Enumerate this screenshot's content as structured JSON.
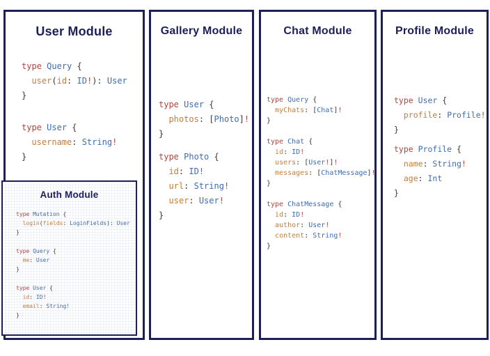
{
  "colors": {
    "navy": "#1d1f58",
    "keyword_red": "#b0453e",
    "type_blue": "#3d6cb2",
    "field_orange": "#c47d38",
    "punctuation_gray": "#3a3a3a",
    "background": "#ffffff"
  },
  "modules": [
    {
      "id": "user",
      "title": "User Module",
      "code_blocks": [
        [
          "type Query {",
          "  user(id: ID!): User",
          "}"
        ],
        [
          "type User {",
          "  username: String!",
          "}"
        ]
      ]
    },
    {
      "id": "gallery",
      "title": "Gallery Module",
      "code_blocks": [
        [
          "type User {",
          "  photos: [Photo]!",
          "}"
        ],
        [
          "type Photo {",
          "  id: ID!",
          "  url: String!",
          "  user: User!",
          "}"
        ]
      ]
    },
    {
      "id": "chat",
      "title": "Chat Module",
      "code_blocks": [
        [
          "type Query {",
          "  myChats: [Chat]!",
          "}"
        ],
        [
          "type Chat {",
          "  id: ID!",
          "  users: [User!]!",
          "  messages: [ChatMessage]!",
          "}"
        ],
        [
          "type ChatMessage {",
          "  id: ID!",
          "  author: User!",
          "  content: String!",
          "}"
        ]
      ]
    },
    {
      "id": "profile",
      "title": "Profile Module",
      "code_blocks": [
        [
          "type User {",
          "  profile: Profile!",
          "}"
        ],
        [
          "type Profile {",
          "  name: String!",
          "  age: Int",
          "}"
        ]
      ]
    },
    {
      "id": "auth",
      "title": "Auth Module",
      "code_blocks": [
        [
          "type Mutation {",
          "  login(fields: LoginFields): User",
          "}"
        ],
        [
          "type Query {",
          "  me: User",
          "}"
        ],
        [
          "type User {",
          "  id: ID!",
          "  email: String!",
          "}"
        ]
      ]
    }
  ]
}
